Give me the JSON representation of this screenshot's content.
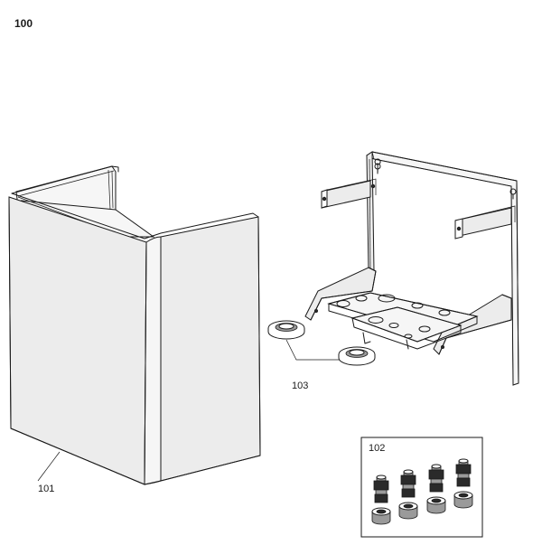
{
  "page_title": "100",
  "callouts": {
    "casing": "101",
    "fittings_kit": "102",
    "grommets": "103"
  }
}
